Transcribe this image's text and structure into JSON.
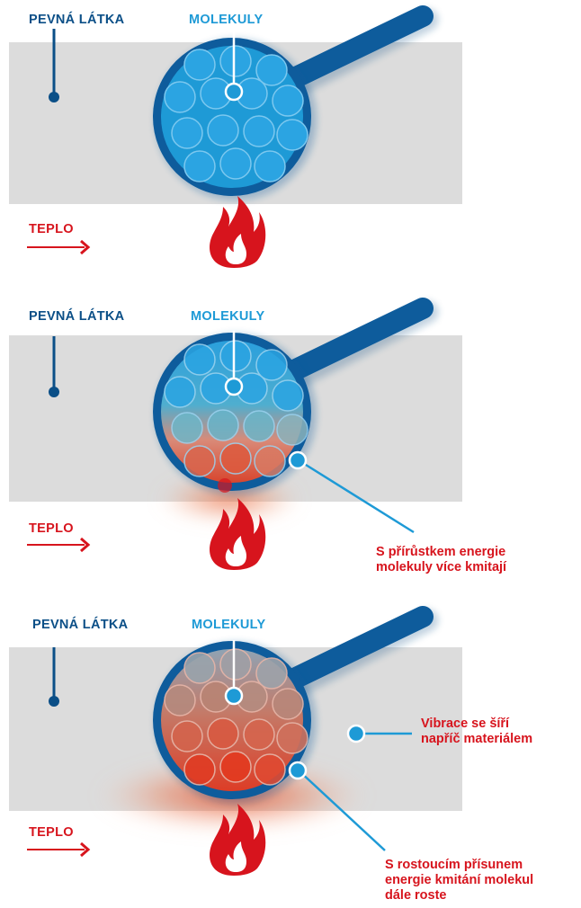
{
  "panels": [
    {
      "solid_label": "PEVNÁ LÁTKA",
      "molecules_label": "MOLEKULY",
      "heat_label": "TEPLO",
      "notes": []
    },
    {
      "solid_label": "PEVNÁ LÁTKA",
      "molecules_label": "MOLEKULY",
      "heat_label": "TEPLO",
      "notes": [
        {
          "lines": [
            "S přírůstkem energie",
            "molekuly více kmitají"
          ]
        }
      ]
    },
    {
      "solid_label": "PEVNÁ LÁTKA",
      "molecules_label": "MOLEKULY",
      "heat_label": "TEPLO",
      "notes": [
        {
          "lines": [
            "Vibrace se šíří",
            "napříč materiálem"
          ]
        },
        {
          "lines": [
            "S rostoucím přísunem",
            "energie kmitání  molekul",
            "dále roste"
          ]
        }
      ]
    }
  ],
  "colors": {
    "solid_dark_blue": "#0b4f87",
    "molecule_blue": "#1e9ad6",
    "heat_red": "#d7141d",
    "solid_grey": "#dcdcdc",
    "pan_blue": "#0e5c9c"
  },
  "icons": [
    "flame-icon",
    "arrow-right-icon",
    "frying-pan-icon",
    "molecule-icon"
  ]
}
